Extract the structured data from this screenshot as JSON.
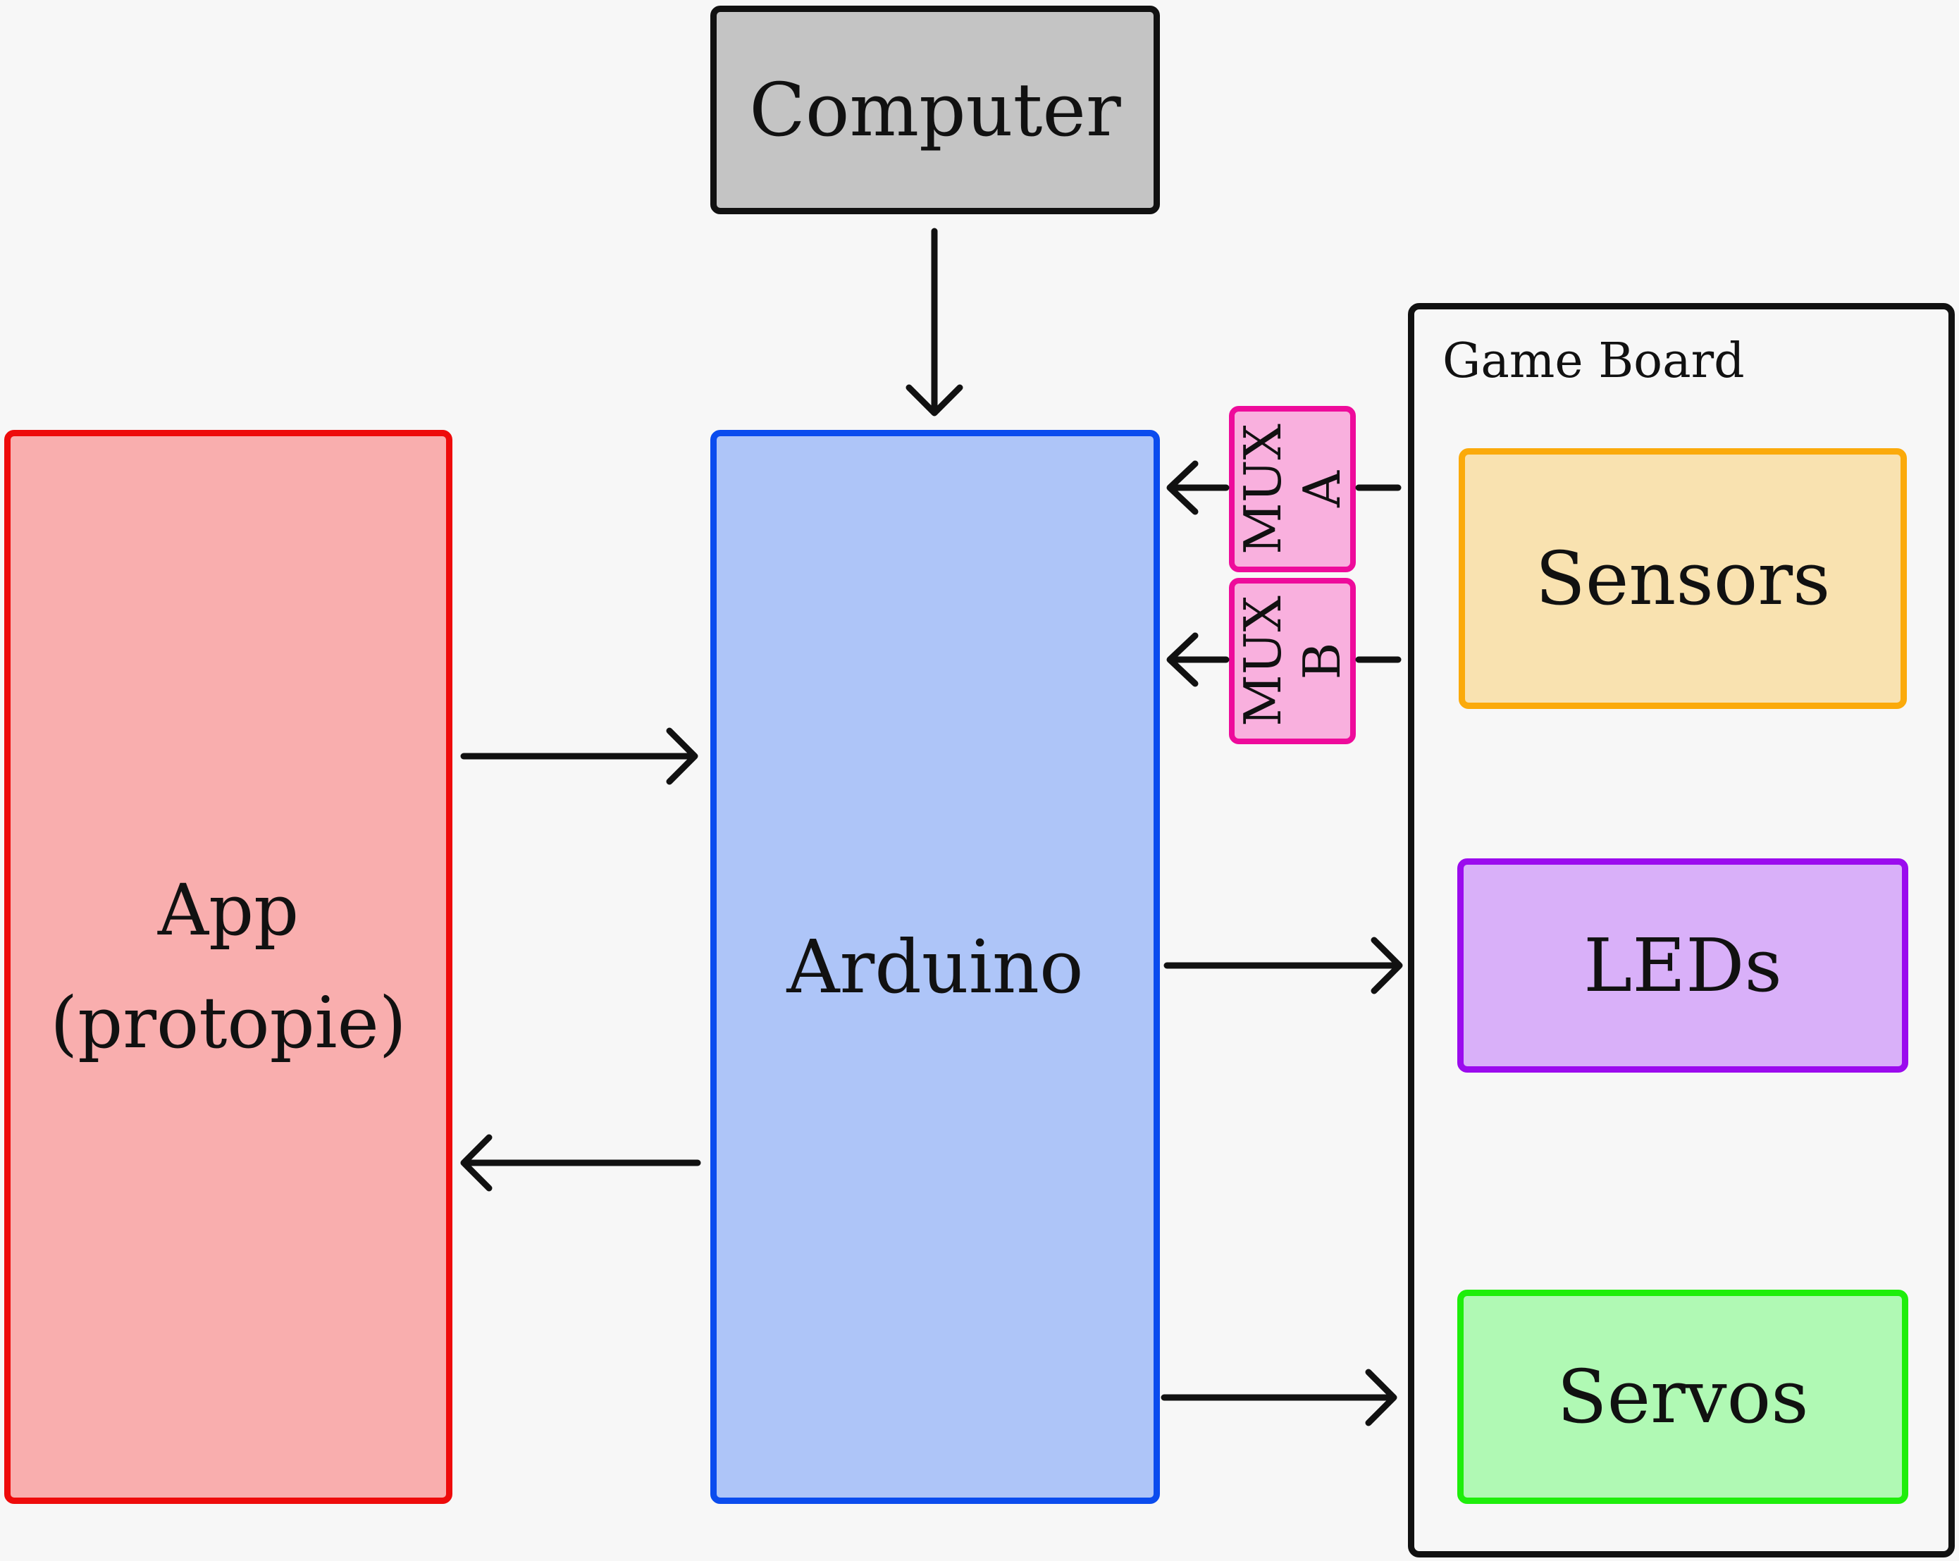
{
  "diagram": {
    "nodes": {
      "computer": {
        "label": "Computer",
        "fill": "#c4c4c4",
        "border": "#111111"
      },
      "app": {
        "label": "App",
        "sublabel": "(protopie)",
        "fill": "#f9aeae",
        "border": "#ee0b0b"
      },
      "arduino": {
        "label": "Arduino",
        "fill": "#aec5f8",
        "border": "#0b4cee"
      },
      "game_board": {
        "label": "Game Board",
        "border": "#111111"
      },
      "sensors": {
        "label": "Sensors",
        "fill": "#f9e2b0",
        "border": "#fbaa0b"
      },
      "leds": {
        "label": "LEDs",
        "fill": "#d9b0f9",
        "border": "#9b0bee"
      },
      "servos": {
        "label": "Servos",
        "fill": "#b0f9b4",
        "border": "#1eee0b"
      },
      "mux_a": {
        "line1": "MUX",
        "line2": "A",
        "fill": "#f9b0de",
        "border": "#ee0b9b"
      },
      "mux_b": {
        "line1": "MUX",
        "line2": "B",
        "fill": "#f9b0de",
        "border": "#ee0b9b"
      }
    },
    "edges": [
      {
        "from": "computer",
        "to": "arduino"
      },
      {
        "from": "app",
        "to": "arduino"
      },
      {
        "from": "arduino",
        "to": "app"
      },
      {
        "from": "game_board",
        "to": "mux_a",
        "note": "into arduino"
      },
      {
        "from": "game_board",
        "to": "mux_b",
        "note": "into arduino"
      },
      {
        "from": "arduino",
        "to": "leds"
      },
      {
        "from": "arduino",
        "to": "servos"
      }
    ]
  }
}
